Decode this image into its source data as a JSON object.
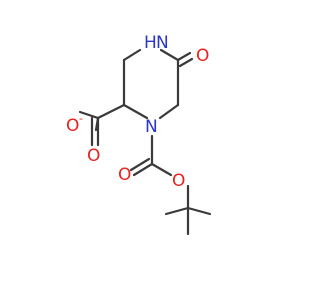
{
  "molecule": {
    "atoms": {
      "nh_label": "H",
      "n_amine_label": "N",
      "n_boc_label": "N",
      "o_keto_label": "O",
      "o_carboxylate_label": "O",
      "o_carboxylate_charge": "-",
      "o_carboxyl_dbl_label": "O",
      "o_carbamate_dbl_label": "O",
      "o_ester_label": "O"
    },
    "colors": {
      "bond": "#3a3a3a",
      "oxygen": "#e8231d",
      "nitrogen": "#2b36c9",
      "background": "#ffffff"
    }
  }
}
